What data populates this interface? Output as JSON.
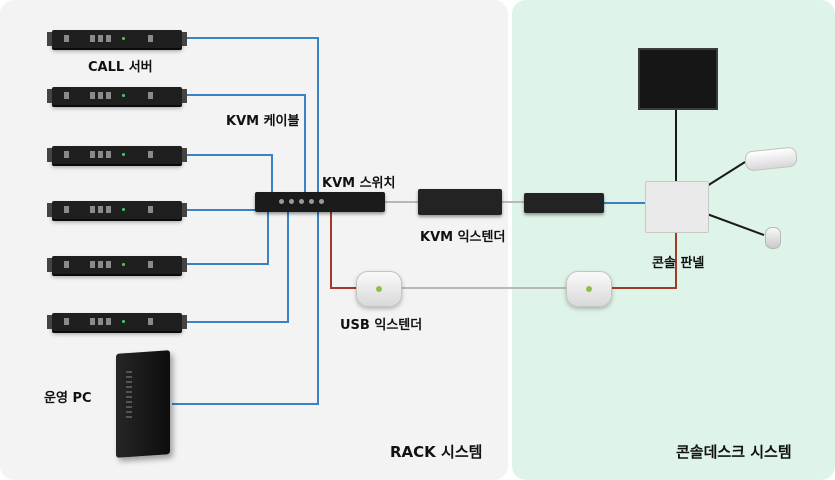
{
  "labels": {
    "call_server": "CALL 서버",
    "kvm_cable": "KVM 케이블",
    "kvm_switch": "KVM 스위치",
    "kvm_extender": "KVM 익스텐더",
    "usb_extender": "USB 익스텐더",
    "console_panel": "콘솔 판넬",
    "operation_pc": "운영 PC",
    "rack_system": "RACK 시스템",
    "console_desk_system": "콘솔데스크 시스템"
  },
  "colors": {
    "kvm_cable": "#3a82c4",
    "usb_cable": "#a23a2a",
    "link_cable": "#b8b8b8",
    "rack_zone": "#f3f3f3",
    "desk_zone": "#dff4e9"
  },
  "server_count": 6
}
